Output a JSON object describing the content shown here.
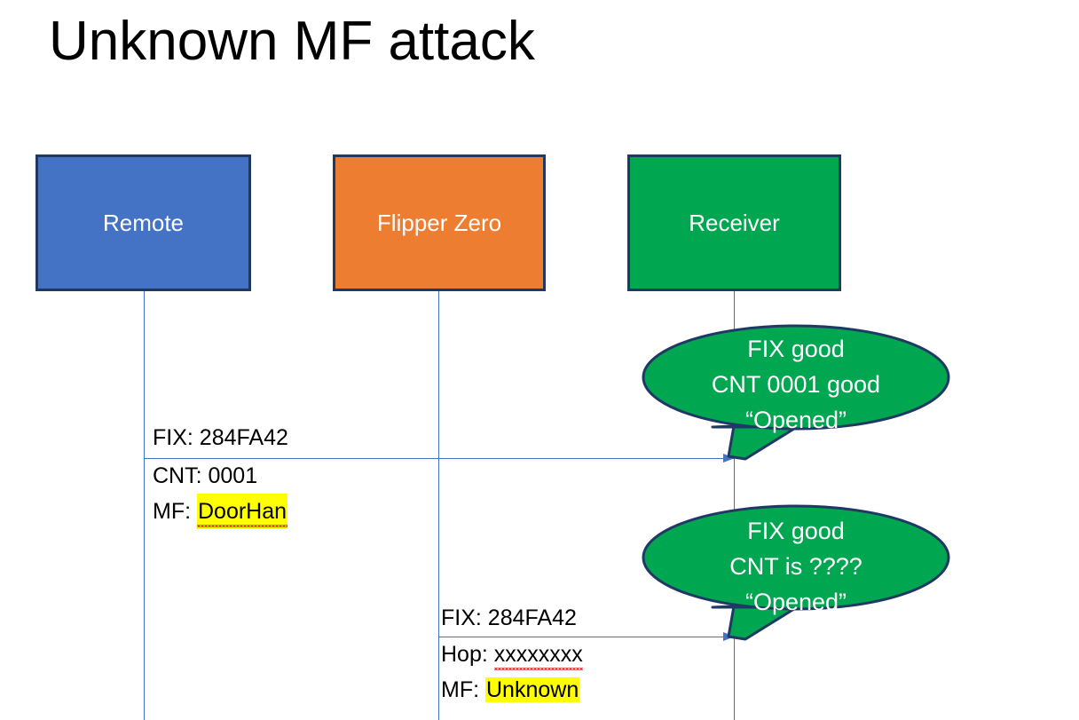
{
  "slide": {
    "title": "Unknown MF attack"
  },
  "actors": [
    {
      "id": "remote",
      "label": "Remote",
      "color": "#4472C4",
      "border": "#1F3864"
    },
    {
      "id": "flipper",
      "label": "Flipper Zero",
      "color": "#ED7D31",
      "border": "#1F3864"
    },
    {
      "id": "receiver",
      "label": "Receiver",
      "color": "#00A650",
      "border": "#1F3864"
    }
  ],
  "messages": [
    {
      "id": "remote-to-receiver",
      "from": "remote",
      "to": "receiver",
      "lines": [
        {
          "label": "FIX: ",
          "value": "284FA42",
          "highlight": false,
          "spellcheck_error": false
        },
        {
          "label": "CNT: ",
          "value": "0001",
          "highlight": false,
          "spellcheck_error": false
        },
        {
          "label": "MF: ",
          "value": "DoorHan",
          "highlight": true,
          "spellcheck_error": true
        }
      ]
    },
    {
      "id": "flipper-to-receiver",
      "from": "flipper",
      "to": "receiver",
      "lines": [
        {
          "label": "FIX: ",
          "value": "284FA42",
          "highlight": false,
          "spellcheck_error": false
        },
        {
          "label": "Hop: ",
          "value": "xxxxxxxx",
          "highlight": false,
          "spellcheck_error": true
        },
        {
          "label": "MF: ",
          "value": "Unknown",
          "highlight": true,
          "spellcheck_error": false
        }
      ]
    }
  ],
  "bubbles": [
    {
      "id": "bubble-first-response",
      "fill": "#00A650",
      "border": "#1F3864",
      "lines": [
        "FIX good",
        "CNT 0001 good",
        "“Opened”"
      ]
    },
    {
      "id": "bubble-second-response",
      "fill": "#00A650",
      "border": "#1F3864",
      "lines": [
        "FIX good",
        "CNT is ????",
        "“Opened”"
      ]
    }
  ],
  "colors": {
    "lifeline": "#4472C4",
    "highlight": "#FFFF00",
    "spellcheck": "#E03030",
    "text": "#000000",
    "background": "#FFFFFF"
  }
}
